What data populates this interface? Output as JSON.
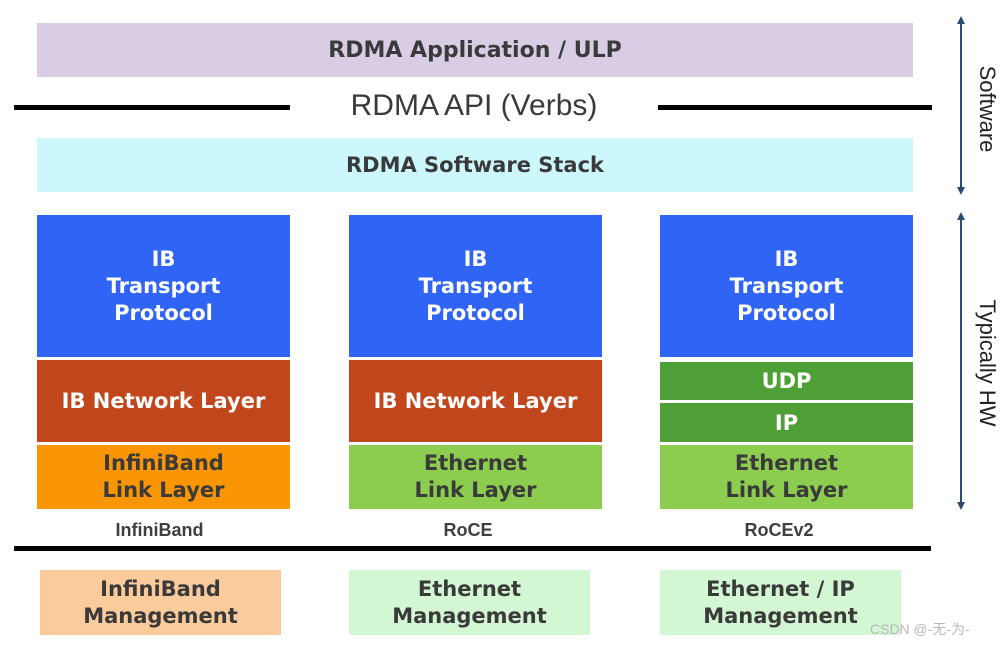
{
  "top": {
    "application": "RDMA Application / ULP",
    "api": "RDMA API (Verbs)",
    "software_stack": "RDMA Software Stack"
  },
  "columns": [
    {
      "transport": "IB\nTransport\nProtocol",
      "network": "IB Network Layer",
      "link": "InfiniBand\nLink Layer",
      "label": "InfiniBand",
      "management": "InfiniBand\nManagement"
    },
    {
      "transport": "IB\nTransport\nProtocol",
      "network": "IB Network Layer",
      "link": "Ethernet\nLink Layer",
      "label": "RoCE",
      "management": "Ethernet\nManagement"
    },
    {
      "transport": "IB\nTransport\nProtocol",
      "udp": "UDP",
      "ip": "IP",
      "link": "Ethernet\nLink Layer",
      "label": "RoCEv2",
      "management": "Ethernet / IP\nManagement"
    }
  ],
  "side_labels": {
    "software": "Software",
    "hardware": "Typically HW"
  },
  "watermark": "CSDN @-无-为-",
  "colors": {
    "application_bg": "#d9cde6",
    "software_stack_bg": "#ccf7fb",
    "transport_bg": "#2f64f4",
    "network_bg": "#c2461b",
    "ib_link_bg": "#fa9605",
    "eth_link_bg": "#8ccc4e",
    "udp_ip_bg": "#4e9f35",
    "ib_mgmt_bg": "#fbcb9b",
    "eth_mgmt_bg": "#d3f6d3",
    "arrow": "#2d4a74"
  }
}
